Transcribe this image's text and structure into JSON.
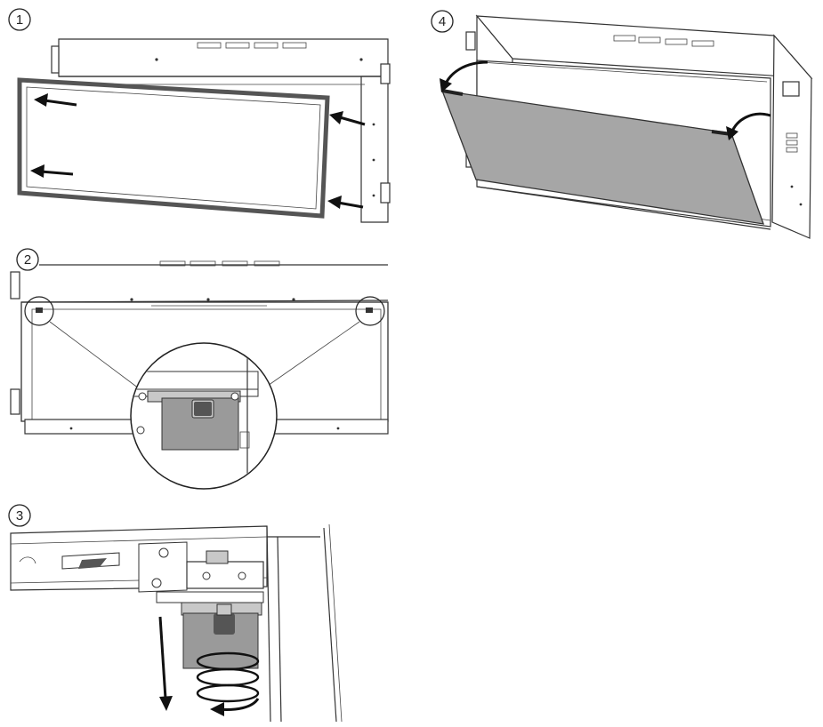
{
  "steps": [
    {
      "id": "step-1",
      "label": "1"
    },
    {
      "id": "step-2",
      "label": "2"
    },
    {
      "id": "step-3",
      "label": "3"
    },
    {
      "id": "step-4",
      "label": "4"
    }
  ],
  "colors": {
    "line": "#333333",
    "gray_panel": "#9a9a9a",
    "background": "#ffffff"
  }
}
